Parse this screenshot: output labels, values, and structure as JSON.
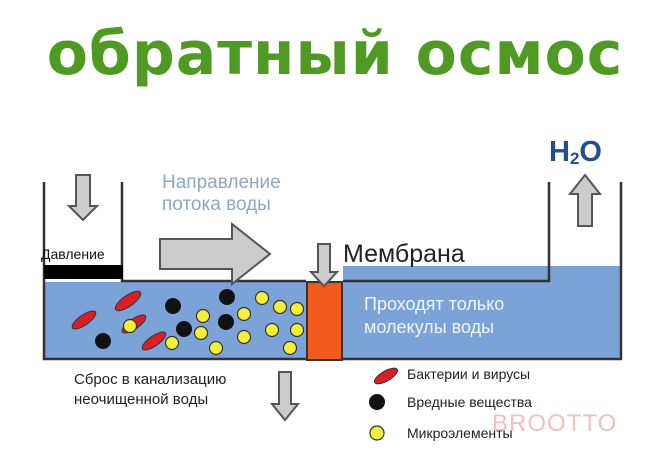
{
  "title": "обратный осмос",
  "labels": {
    "flow_line1": "Направление",
    "flow_line2": "потока воды",
    "membrane": "Мембрана",
    "pressure": "Давление",
    "output_h": "H",
    "output_sub": "2",
    "output_o": "O",
    "pass_line1": "Проходят только",
    "pass_line2": "молекулы воды",
    "drain_line1": "Сброс в канализацию",
    "drain_line2": "неочищенной воды"
  },
  "legend": [
    {
      "label": "Бактерии и вирусы",
      "icon": "bacteria-icon",
      "color": "#d91f26"
    },
    {
      "label": "Вредные вещества",
      "icon": "harmful-substance-icon",
      "color": "#111111"
    },
    {
      "label": "Микроэлементы",
      "icon": "microelement-icon",
      "color": "#f4ef3a"
    }
  ],
  "watermark": "BROOTTO",
  "colors": {
    "title": "#4f9a23",
    "water": "#7ba3d8",
    "membrane": "#f05a1c",
    "arrow_fill": "#cccccc",
    "arrow_stroke": "#555555",
    "h2o": "#254e8e"
  }
}
